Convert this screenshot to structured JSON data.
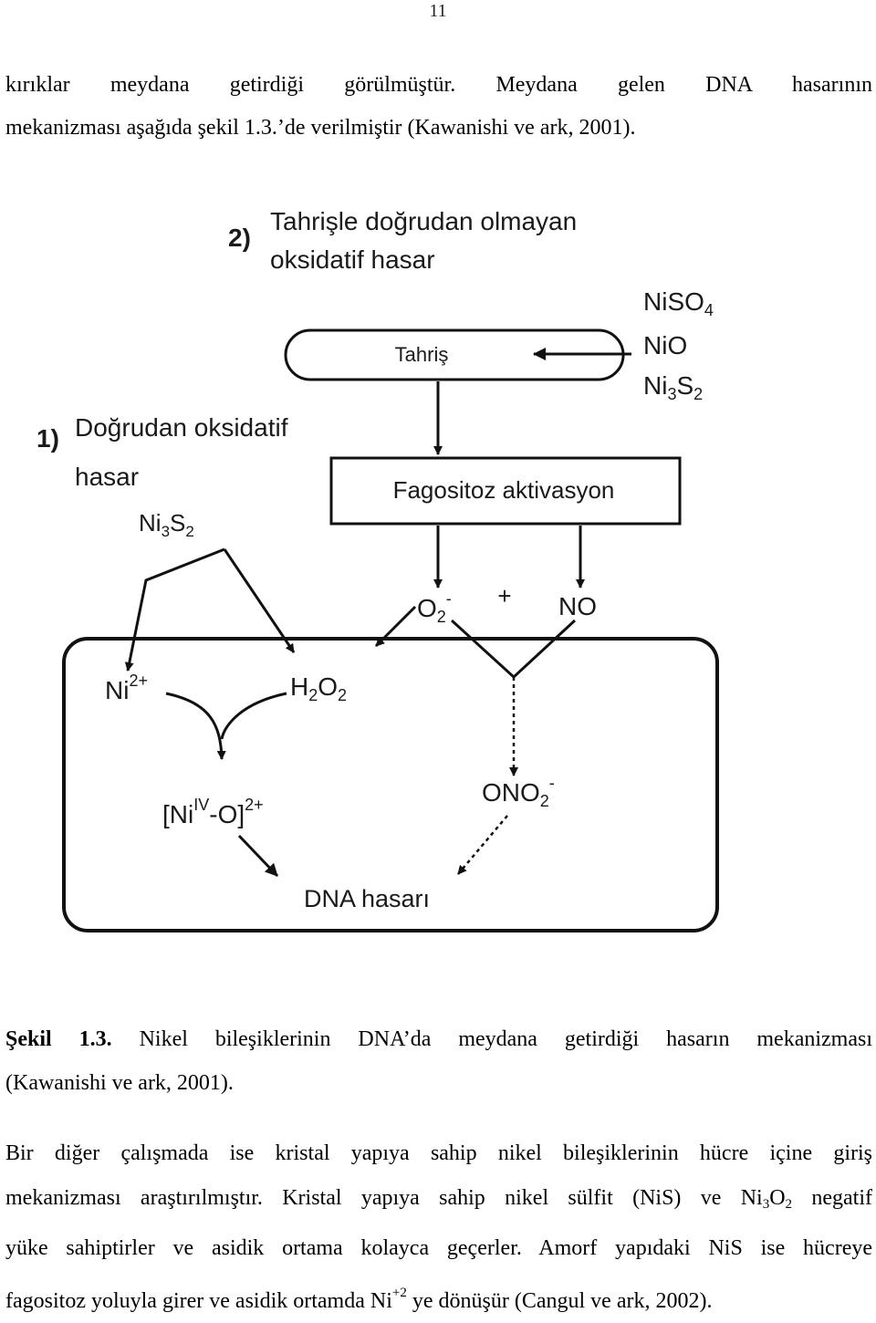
{
  "page_number": "11",
  "intro": {
    "line1": "kırıklar meydana getirdiği görülmüştür. Meydana gelen DNA hasarının",
    "line2": "mekanizması aşağıda şekil 1.3.’de verilmiştir (Kawanishi ve ark, 2001)."
  },
  "figure": {
    "heading2_num": "2)",
    "heading2_line1": "Tahrişle doğrudan olmayan",
    "heading2_line2": "oksidatif hasar",
    "compounds": [
      "NiSO4",
      "NiO",
      "Ni3S2"
    ],
    "tahris": "Tahriş",
    "heading1_num": "1)",
    "heading1_line1": "Doğrudan oksidatif",
    "heading1_line2": "hasar",
    "ni3s2_left": "Ni3S2",
    "fagositoz": "Fagositoz aktivasyon",
    "o2": "O2",
    "plus": "+",
    "no": "NO",
    "ni2": "Ni2+",
    "h2o2": "H2O2",
    "ono2": "ONO2",
    "niiv": "[NiIV-O]2+",
    "dna": "DNA hasarı"
  },
  "caption": {
    "bold": "Şekil 1.3.",
    "rest_line1": "Nikel bileşiklerinin DNA’da meydana getirdiği hasarın mekanizması",
    "line2": "(Kawanishi ve ark, 2001)."
  },
  "para2": {
    "line1": "Bir diğer çalışmada ise kristal yapıya sahip nikel bileşiklerinin hücre içine giriş",
    "line2_a": "mekanizması araştırılmıştır. Kristal yapıya sahip nikel sülfit (NiS) ve Ni",
    "line2_sub1": "3",
    "line2_b": "O",
    "line2_sub2": "2",
    "line2_c": " negatif",
    "line3": "yüke sahiptirler ve asidik ortama kolayca geçerler. Amorf yapıdaki NiS ise hücreye",
    "line4_a": "fagositoz yoluyla girer ve asidik ortamda Ni",
    "line4_sup": "+2",
    "line4_b": " ye dönüşür (Cangul ve ark, 2002)."
  }
}
